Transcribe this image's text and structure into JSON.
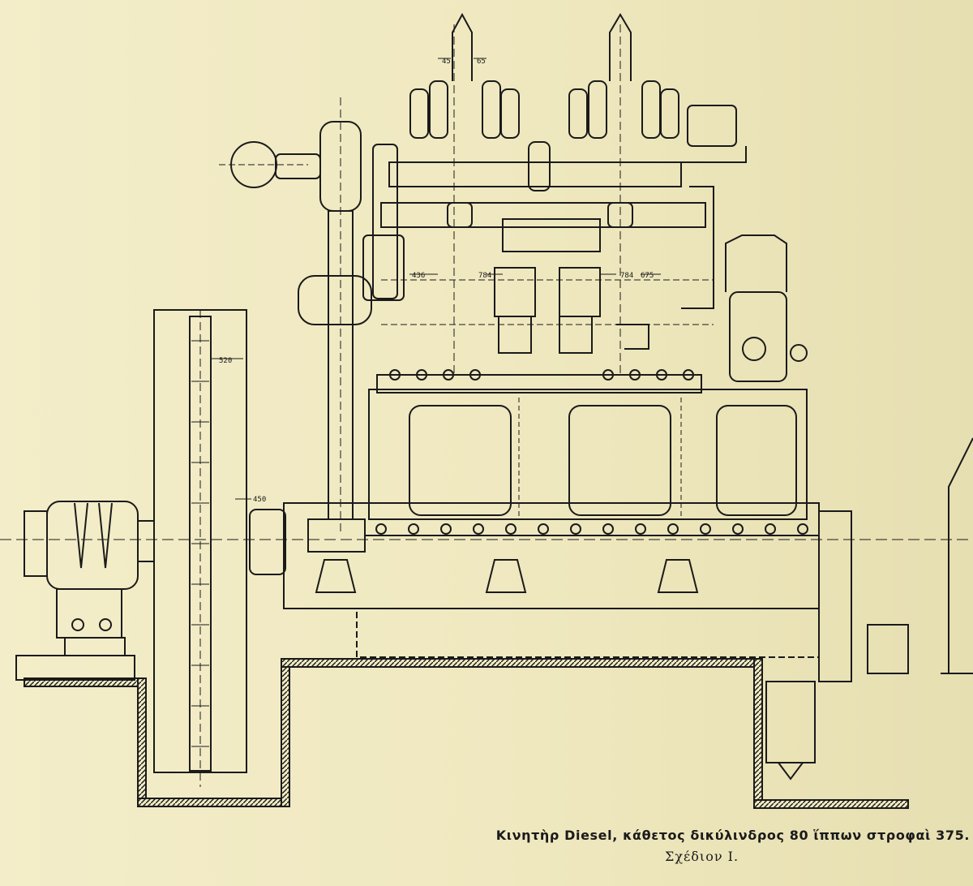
{
  "figure": {
    "caption_title": "Κινητὴρ Diesel, κάθετος δικύλινδρος 80 ἵππων στροφαὶ 375.",
    "caption_plate": "Σχέδιον I.",
    "paper_color": "#f1ebc4",
    "ink_color": "#1a1a1a"
  },
  "dimensions": {
    "flywheel_width": "520",
    "shaft_height": "450",
    "left_cylinder": "436",
    "left_valve": "784",
    "right_valve": "784",
    "right_cylinder": "675",
    "top_left": "45",
    "top_right": "65"
  }
}
